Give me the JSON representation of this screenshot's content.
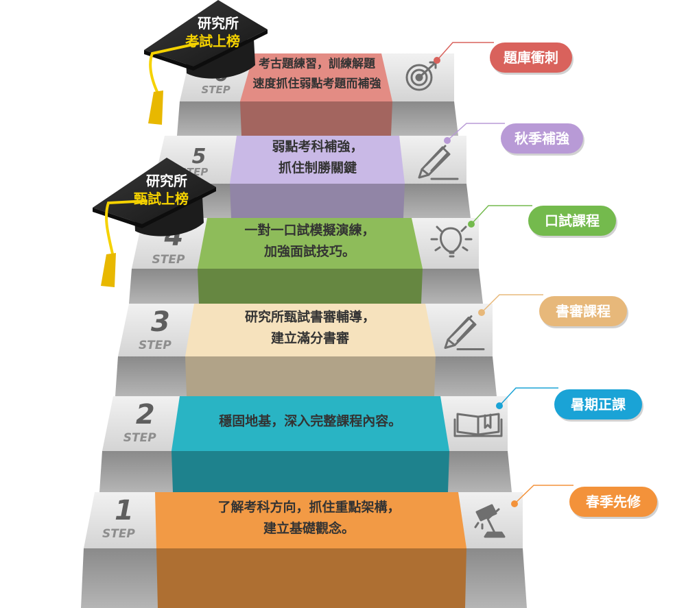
{
  "colors": {
    "step1": "#f29a45",
    "step2": "#29b4c4",
    "step3": "#f6e2bd",
    "step4": "#8ebc5a",
    "step5": "#c9b9e6",
    "step6": "#e38c84",
    "badge1": "#f3923a",
    "badge2": "#1aa3d6",
    "badge3": "#e7b87a",
    "badge4": "#74ba4d",
    "badge5": "#b89ad6",
    "badge6": "#d9625c",
    "gold": "#f5d200"
  },
  "steps": [
    {
      "num": "1",
      "step": "STEP",
      "lines": [
        "了解考科方向，抓住重點架構，",
        "建立基礎觀念。"
      ],
      "icon": "lamp-icon",
      "badge": "春季先修"
    },
    {
      "num": "2",
      "step": "STEP",
      "lines": [
        "穩固地基，深入完整課程內容。"
      ],
      "icon": "book-icon",
      "badge": "暑期正課"
    },
    {
      "num": "3",
      "step": "STEP",
      "lines": [
        "研究所甄試書審輔導，",
        "建立滿分書審"
      ],
      "icon": "pencil-icon",
      "badge": "書審課程"
    },
    {
      "num": "4",
      "step": "STEP",
      "lines": [
        "一對一口試模擬演練，",
        "加強面試技巧。"
      ],
      "icon": "lightbulb-icon",
      "badge": "口試課程"
    },
    {
      "num": "5",
      "step": "STEP",
      "lines": [
        "弱點考科補強，",
        "抓住制勝關鍵"
      ],
      "icon": "pencil-icon",
      "badge": "秋季補強"
    },
    {
      "num": "6",
      "step": "STEP",
      "lines": [
        "考古題練習，訓練解題",
        "速度抓住弱點考題而補強"
      ],
      "icon": "target-icon",
      "badge": "題庫衝刺"
    }
  ],
  "caps": [
    {
      "line1": "研究所",
      "line2": "考試上榜"
    },
    {
      "line1": "研究所",
      "line2": "甄試上榜"
    }
  ]
}
